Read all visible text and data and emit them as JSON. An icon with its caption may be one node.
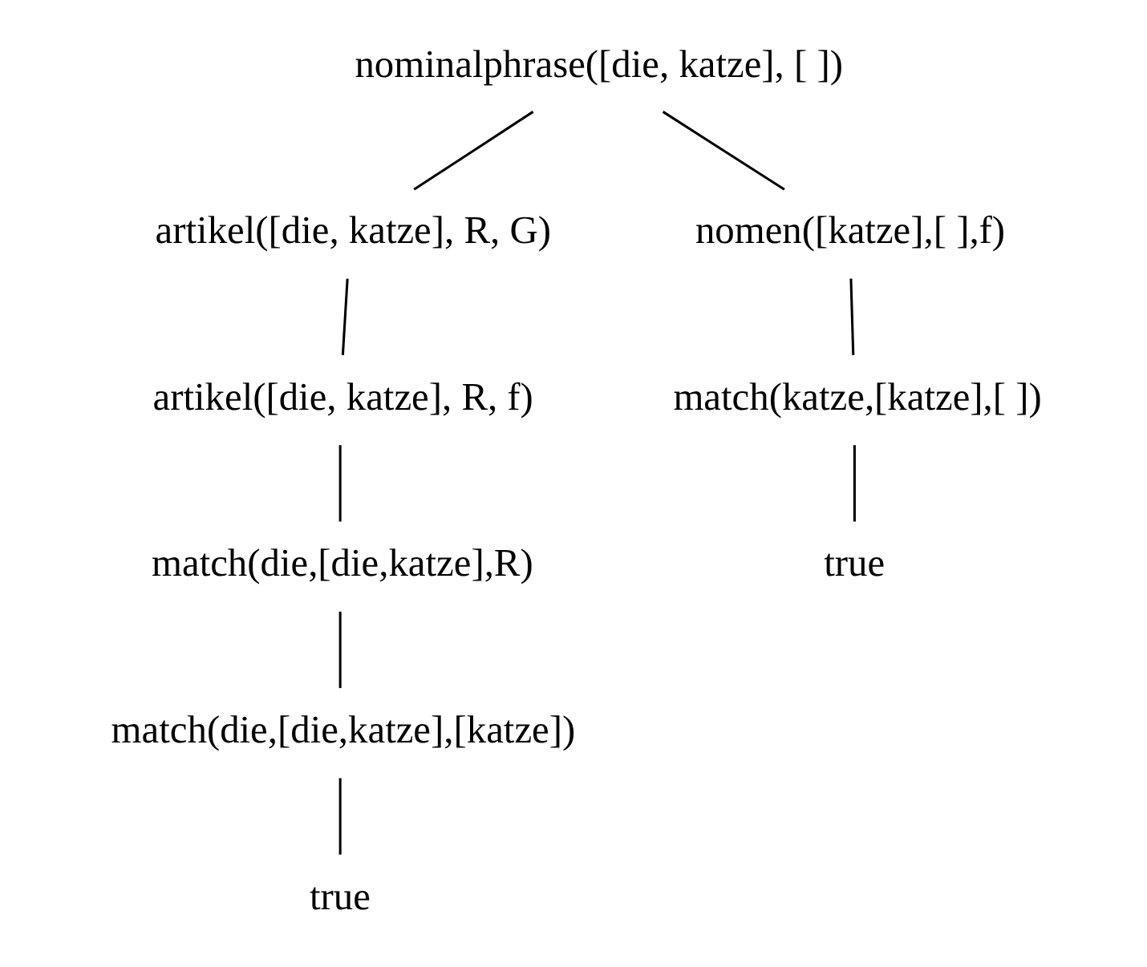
{
  "diagram": {
    "nodes": [
      {
        "text": [
          "nominalphrase([die, katze], [ ])"
        ]
      },
      {
        "text": [
          "artikel([die, katze], R, G)"
        ]
      },
      {
        "text": [
          "nomen([katze],[ ],f)"
        ]
      },
      {
        "text": [
          "artikel([die, katze], R, f)"
        ]
      },
      {
        "text": [
          "match(die,[die,katze],R)"
        ]
      },
      {
        "text": [
          "match(die,[die,katze],[katze])"
        ]
      },
      {
        "text": [
          "true"
        ]
      },
      {
        "text": [
          "match(katze,[katze],[ ])"
        ]
      },
      {
        "text": [
          "true"
        ]
      }
    ],
    "edges": [
      {
        "from": 0,
        "to": 1,
        "arrow": "none"
      },
      {
        "from": 0,
        "to": 2,
        "arrow": "none"
      },
      {
        "from": 1,
        "to": 3,
        "arrow": "none"
      },
      {
        "from": 3,
        "to": 4,
        "arrow": "none"
      },
      {
        "from": 4,
        "to": 5,
        "arrow": "none"
      },
      {
        "from": 5,
        "to": 6,
        "arrow": "none"
      },
      {
        "from": 2,
        "to": 7,
        "arrow": "none"
      },
      {
        "from": 7,
        "to": 8,
        "arrow": "none"
      }
    ]
  }
}
